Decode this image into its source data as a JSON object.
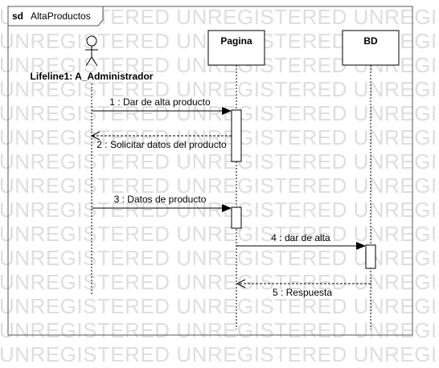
{
  "frame": {
    "keyword": "sd",
    "name": "AltaProductos"
  },
  "watermark": {
    "text": "UNREGISTERED"
  },
  "participants": [
    {
      "id": "actor",
      "kind": "actor",
      "label": "Lifeline1: A_Administrador"
    },
    {
      "id": "pagina",
      "kind": "lifeline",
      "label": "Pagina"
    },
    {
      "id": "bd",
      "kind": "lifeline",
      "label": "BD"
    }
  ],
  "messages": [
    {
      "label": "1 : Dar de alta producto",
      "style": "sync"
    },
    {
      "label": "2 : Solicitar datos del producto",
      "style": "return"
    },
    {
      "label": "3 : Datos de producto",
      "style": "sync"
    },
    {
      "label": "4 : dar de alta",
      "style": "sync"
    },
    {
      "label": "5 : Respuesta",
      "style": "return"
    }
  ]
}
